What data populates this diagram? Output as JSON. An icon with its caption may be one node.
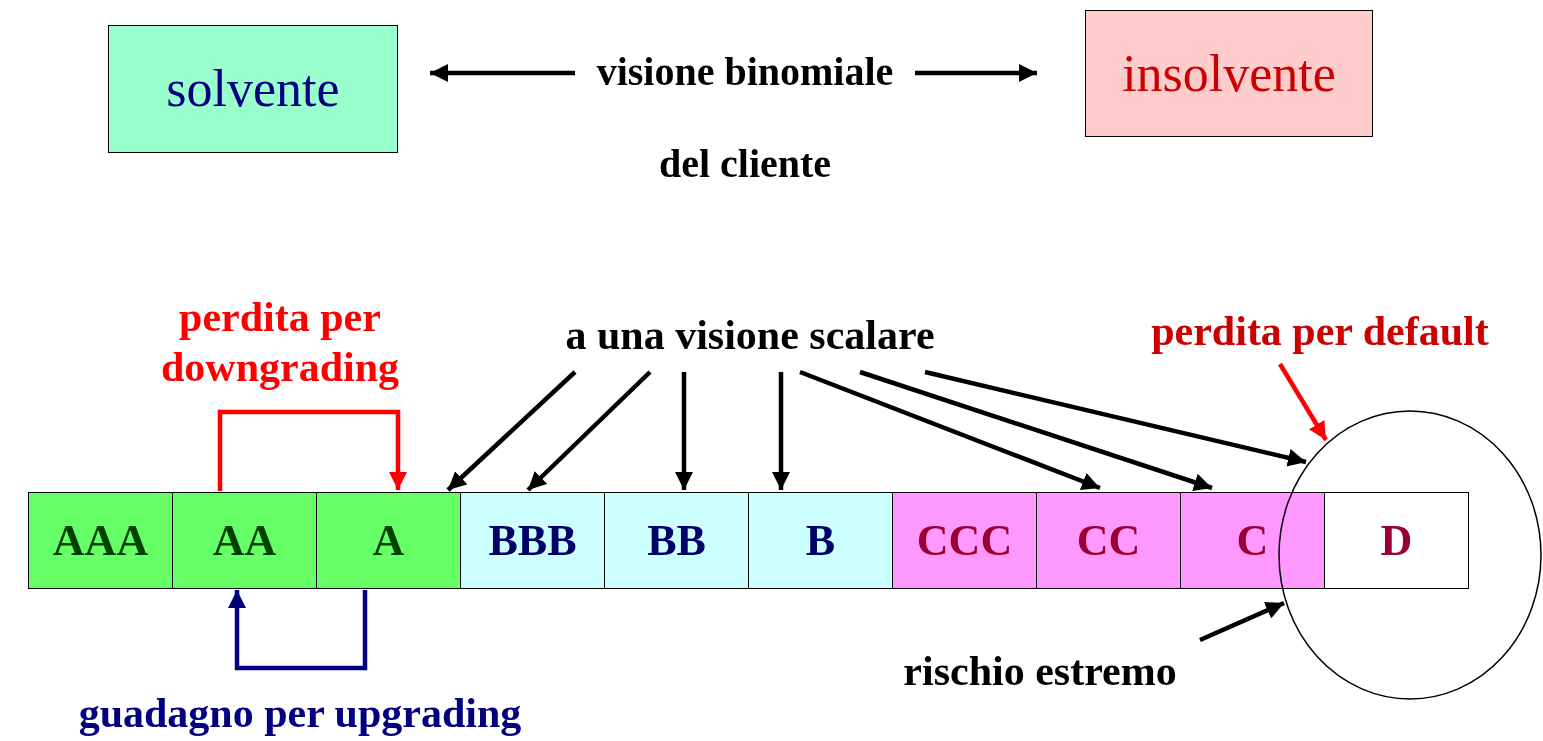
{
  "diagram": {
    "nodes": [
      {
        "text": [
          "solvente"
        ]
      },
      {
        "text": [
          "visione binomiale del cliente"
        ]
      },
      {
        "text": [
          "insolvente"
        ]
      },
      {
        "text": [
          "a una visione scalare"
        ]
      },
      {
        "text": [
          "perdita per default"
        ]
      },
      {
        "text": [
          "AAA"
        ]
      },
      {
        "text": [
          "AA"
        ]
      },
      {
        "text": [
          "A"
        ]
      },
      {
        "text": [
          "BBB"
        ]
      },
      {
        "text": [
          "BB"
        ]
      },
      {
        "text": [
          "B"
        ]
      },
      {
        "text": [
          "CCC"
        ]
      },
      {
        "text": [
          "CC"
        ]
      },
      {
        "text": [
          "C"
        ]
      },
      {
        "text": [
          "D"
        ],
        "in": 15
      },
      {
        "text": [],
        "shape": "circle"
      },
      {
        "text": [
          "rischio estremo"
        ]
      }
    ],
    "edges": [
      {
        "from": 1,
        "to": 0,
        "arrow": "to"
      },
      {
        "from": 1,
        "to": 2,
        "arrow": "to"
      },
      {
        "from": 3,
        "to": 7,
        "arrow": "to"
      },
      {
        "from": 3,
        "to": 8,
        "arrow": "to"
      },
      {
        "from": 3,
        "to": 9,
        "arrow": "to"
      },
      {
        "from": 3,
        "to": 10,
        "arrow": "to"
      },
      {
        "from": 3,
        "to": 12,
        "arrow": "to"
      },
      {
        "from": 3,
        "to": 13,
        "arrow": "to"
      },
      {
        "from": 3,
        "to": 15,
        "arrow": "to"
      },
      {
        "from": 4,
        "to": 15,
        "arrow": "to",
        "color": "#ff0000"
      },
      {
        "from": 16,
        "to": 15,
        "arrow": "to"
      },
      {
        "from": 6,
        "to": 7,
        "arrow": "to",
        "label": "perdita per downgrading",
        "color": "#ff0000"
      },
      {
        "from": 7,
        "to": 6,
        "arrow": "to",
        "label": "guadagno per upgrading",
        "color": "#000080"
      }
    ]
  }
}
